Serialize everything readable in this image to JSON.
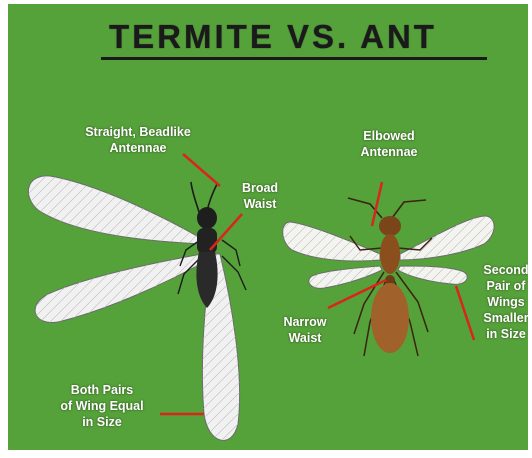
{
  "title": "TERMITE VS. ANT",
  "colors": {
    "background": "#55a13a",
    "label_text": "#ffffff",
    "pointer_line": "#d9261c",
    "title_text": "#1a1a1a"
  },
  "labels": {
    "termite_antennae": "Straight, Beadlike\nAntennae",
    "termite_waist": "Broad\nWaist",
    "termite_wings": "Both Pairs\nof Wing Equal\nin Size",
    "ant_antennae": "Elbowed\nAntennae",
    "ant_waist": "Narrow\nWaist",
    "ant_wings": "Second\nPair of\nWings\nSmaller\nin Size"
  }
}
